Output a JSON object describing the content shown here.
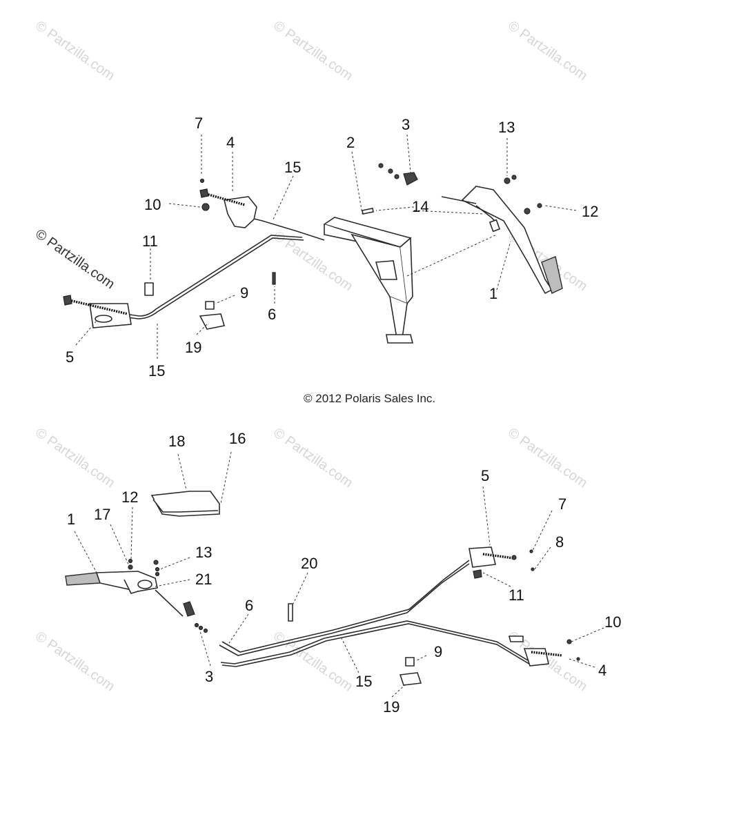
{
  "copyright": "© 2012 Polaris Sales Inc.",
  "watermark_text": "© Partzilla.com",
  "colors": {
    "line": "#2a2a2a",
    "watermark": "#d6d6d6",
    "background": "#ffffff"
  },
  "top_labels": [
    "7",
    "4",
    "15",
    "2",
    "3",
    "13",
    "10",
    "14",
    "12",
    "11",
    "1",
    "9",
    "6",
    "5",
    "19",
    "15"
  ],
  "bottom_labels": [
    "18",
    "16",
    "5",
    "12",
    "7",
    "1",
    "17",
    "13",
    "8",
    "21",
    "20",
    "11",
    "6",
    "10",
    "9",
    "3",
    "15",
    "4",
    "19"
  ]
}
